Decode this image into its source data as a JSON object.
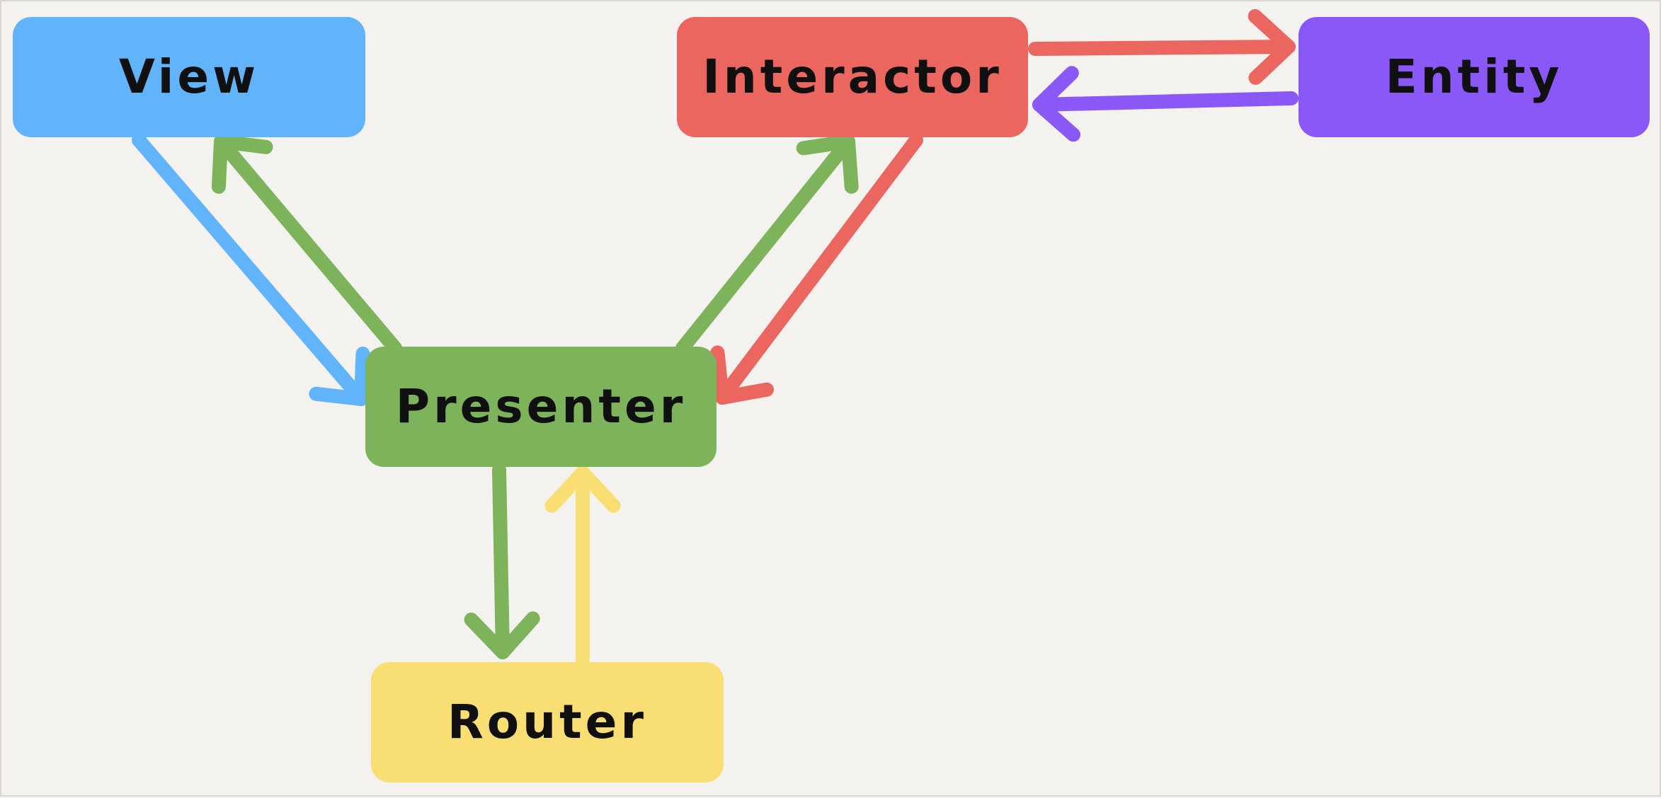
{
  "colors": {
    "background": "#f4f2ef",
    "view": "#62b4fa",
    "interactor": "#ec6660",
    "entity": "#8a58f6",
    "presenter": "#7db35a",
    "router": "#f9de74",
    "label_text": "#101010"
  },
  "nodes": {
    "view": {
      "label": "View",
      "color": "#62b4fa"
    },
    "interactor": {
      "label": "Interactor",
      "color": "#ec6660"
    },
    "entity": {
      "label": "Entity",
      "color": "#8a58f6"
    },
    "presenter": {
      "label": "Presenter",
      "color": "#7db35a"
    },
    "router": {
      "label": "Router",
      "color": "#f9de74"
    }
  },
  "edges": [
    {
      "from": "view",
      "to": "presenter",
      "color": "#62b4fa"
    },
    {
      "from": "presenter",
      "to": "view",
      "color": "#7db35a"
    },
    {
      "from": "presenter",
      "to": "interactor",
      "color": "#7db35a"
    },
    {
      "from": "interactor",
      "to": "presenter",
      "color": "#ec6660"
    },
    {
      "from": "interactor",
      "to": "entity",
      "color": "#ec6660"
    },
    {
      "from": "entity",
      "to": "interactor",
      "color": "#8a58f6"
    },
    {
      "from": "presenter",
      "to": "router",
      "color": "#7db35a"
    },
    {
      "from": "router",
      "to": "presenter",
      "color": "#f9de74"
    }
  ]
}
